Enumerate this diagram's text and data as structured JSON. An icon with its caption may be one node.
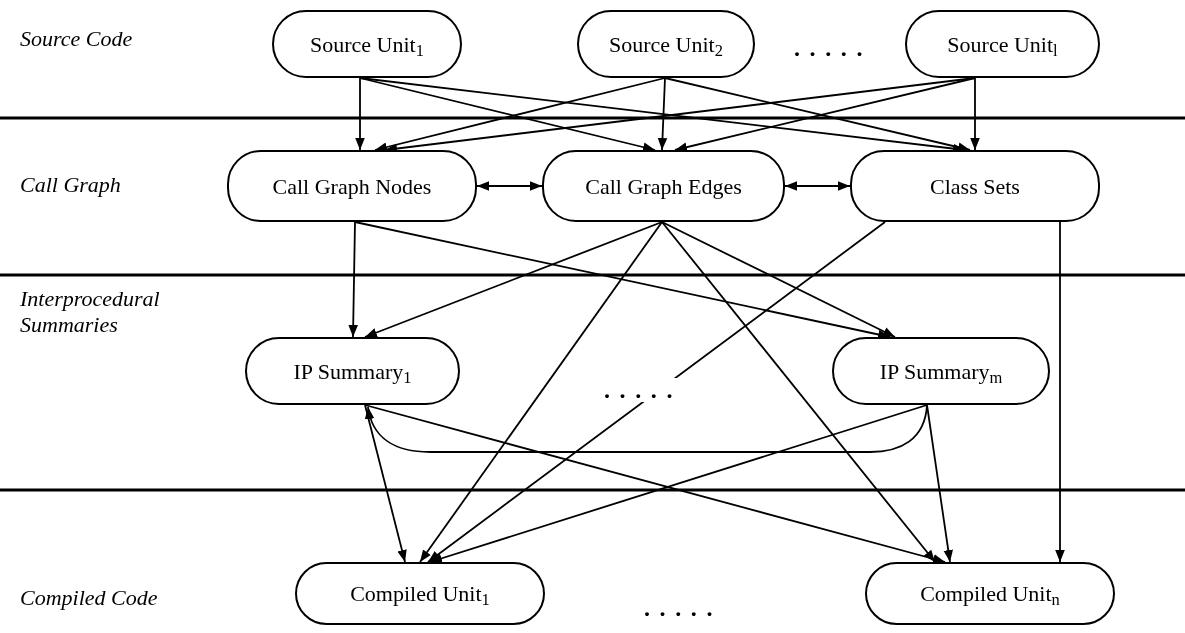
{
  "diagram": {
    "nodes": [
      {
        "text": [
          "Source Unit$_{1}$"
        ]
      },
      {
        "text": [
          "Source Unit$_{2}$"
        ]
      },
      {
        "text": [
          "Source Unit$_{l}$"
        ]
      },
      {
        "text": [
          "Call Graph Nodes"
        ]
      },
      {
        "text": [
          "Call Graph Edges"
        ]
      },
      {
        "text": [
          "Class Sets"
        ]
      },
      {
        "text": [
          "IP Summary$_{1}$"
        ]
      },
      {
        "text": [
          "IP Summary$_{m}$"
        ]
      },
      {
        "text": [
          "Compiled Unit$_{1}$"
        ]
      },
      {
        "text": [
          "Compiled Unit$_{n}$"
        ]
      }
    ],
    "edges": [
      {
        "from": 0,
        "to": 3,
        "arrow": "to"
      },
      {
        "from": 0,
        "to": 4,
        "arrow": "to"
      },
      {
        "from": 0,
        "to": 5,
        "arrow": "to"
      },
      {
        "from": 1,
        "to": 3,
        "arrow": "to"
      },
      {
        "from": 1,
        "to": 4,
        "arrow": "to"
      },
      {
        "from": 1,
        "to": 5,
        "arrow": "to"
      },
      {
        "from": 2,
        "to": 3,
        "arrow": "to"
      },
      {
        "from": 2,
        "to": 4,
        "arrow": "to"
      },
      {
        "from": 2,
        "to": 5,
        "arrow": "to"
      },
      {
        "from": 3,
        "to": 4,
        "arrow": "both"
      },
      {
        "from": 4,
        "to": 5,
        "arrow": "both"
      },
      {
        "from": 3,
        "to": 6,
        "arrow": "to"
      },
      {
        "from": 3,
        "to": 7,
        "arrow": "to"
      },
      {
        "from": 4,
        "to": 6,
        "arrow": "to"
      },
      {
        "from": 4,
        "to": 7,
        "arrow": "to"
      },
      {
        "from": 4,
        "to": 8,
        "arrow": "to"
      },
      {
        "from": 4,
        "to": 9,
        "arrow": "to"
      },
      {
        "from": 5,
        "to": 8,
        "arrow": "to"
      },
      {
        "from": 5,
        "to": 9,
        "arrow": "to"
      },
      {
        "from": 6,
        "to": 8,
        "arrow": "to"
      },
      {
        "from": 6,
        "to": 9,
        "arrow": "to"
      },
      {
        "from": 7,
        "to": 8,
        "arrow": "to"
      },
      {
        "from": 7,
        "to": 9,
        "arrow": "to"
      },
      {
        "from": 7,
        "to": 6,
        "arrow": "to"
      }
    ],
    "labels": [
      "Source Code",
      "Call Graph",
      "Interprocedural Summaries",
      "Compiled Code",
      ".....",
      ".....",
      "....."
    ]
  }
}
